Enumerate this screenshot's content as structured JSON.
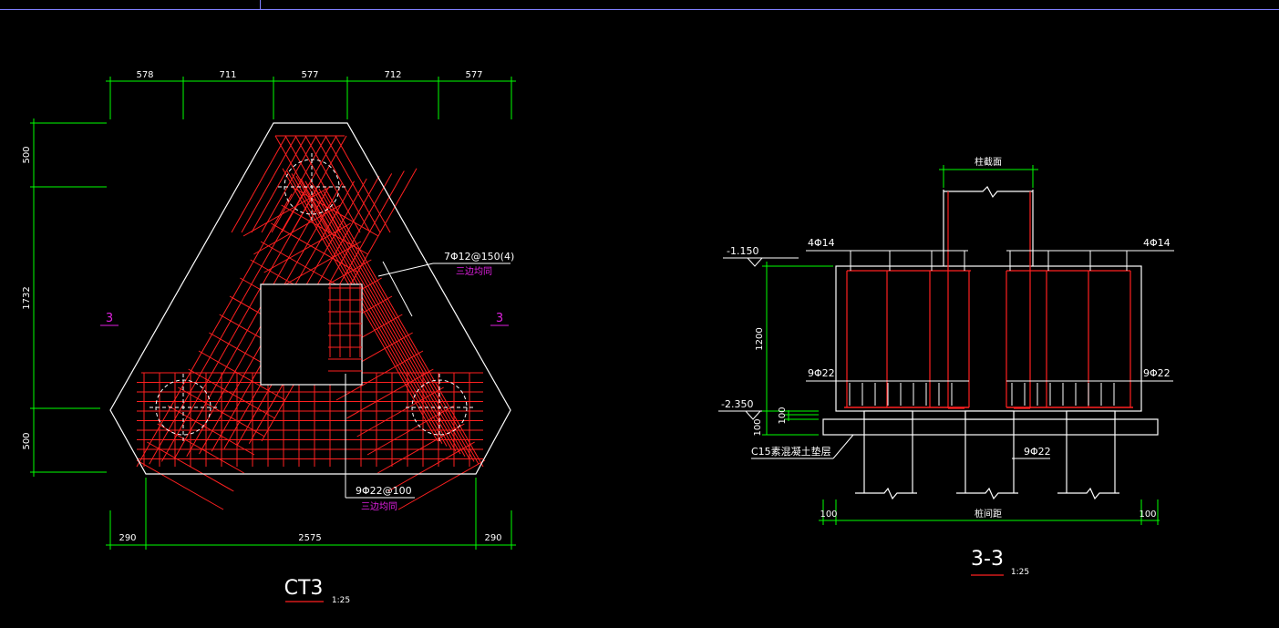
{
  "ct3": {
    "top_dims": [
      "578",
      "711",
      "577",
      "712",
      "577"
    ],
    "left_dims": [
      "500",
      "1732",
      "500"
    ],
    "bottom_dims": [
      "290",
      "2575",
      "290"
    ],
    "section_mark_left": "3",
    "section_mark_right": "3",
    "rebar_note_1": "7Φ12@150(4)",
    "rebar_note_1_sub": "三边均同",
    "rebar_note_2": "9Φ22@100",
    "rebar_note_2_sub": "三边均同",
    "title": "CT3",
    "scale": "1:25"
  },
  "section33": {
    "top_label": "柱截面",
    "left_rebar_top": "4Φ14",
    "right_rebar_top": "4Φ14",
    "elev_top": "-1.150",
    "elev_bottom": "-2.350",
    "height_dim": "1200",
    "left_bottom_dim_a": "100",
    "left_bottom_dim_b": "100",
    "left_rebar_bottom": "9Φ22",
    "right_rebar_bottom": "9Φ22",
    "cushion_note": "C15素混凝土垫层",
    "pile_rebar": "9Φ22",
    "bottom_dim_left": "100",
    "bottom_dim_mid": "桩间距",
    "bottom_dim_right": "100",
    "title": "3-3",
    "scale": "1:25"
  },
  "colors": {
    "background": "#000000",
    "outline": "#ffffff",
    "rebar": "#ff2020",
    "dimension": "#00ff00",
    "annotation": "#e020e0",
    "cursor_line": "#8080ff"
  }
}
